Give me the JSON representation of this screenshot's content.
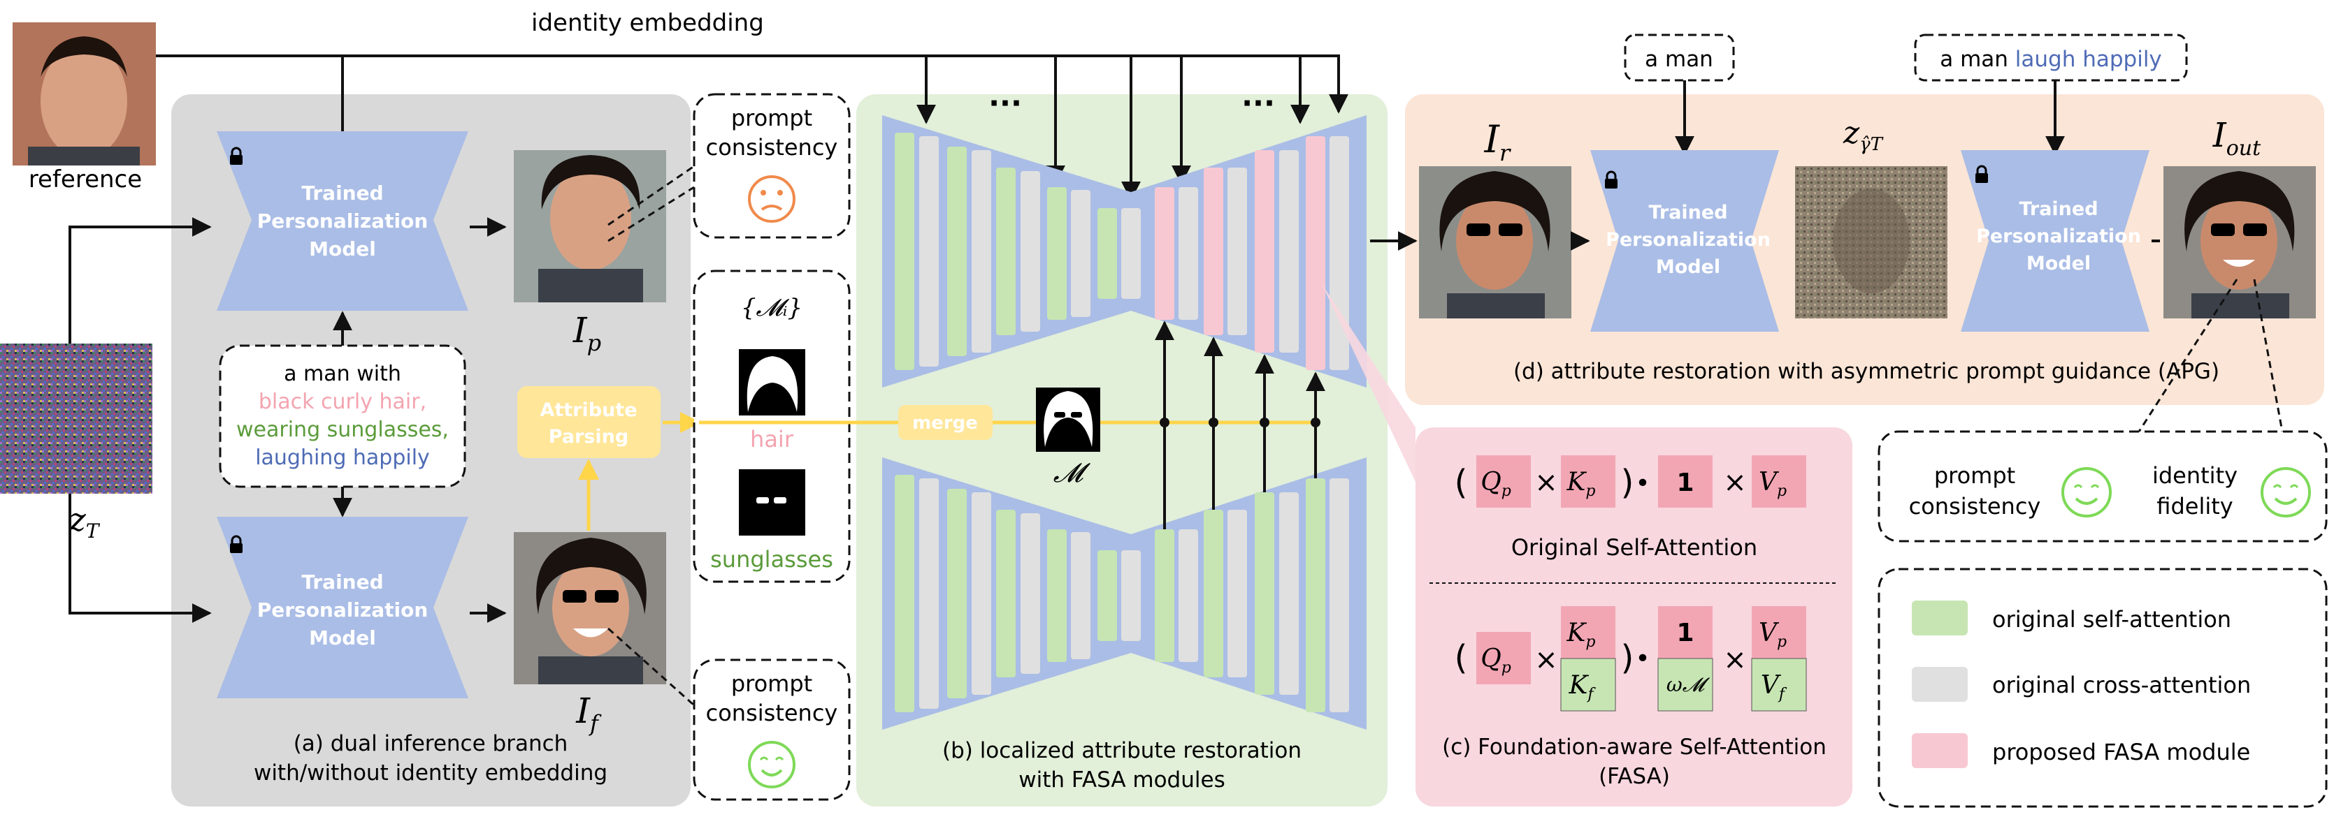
{
  "labels": {
    "identity_embedding": "identity embedding",
    "reference": "reference",
    "z_t": "z",
    "z_t_sub": "T",
    "trained_model_line1": "Trained",
    "trained_model_line2": "Personalization",
    "trained_model_line3": "Model",
    "prompt_line1": "a man with",
    "prompt_line2": "black curly hair,",
    "prompt_line3": "wearing sunglasses,",
    "prompt_line4": "laughing happily",
    "attribute_parsing_line1": "Attribute",
    "attribute_parsing_line2": "Parsing",
    "i_p": "I",
    "i_p_sub": "p",
    "i_f": "I",
    "i_f_sub": "f",
    "prompt_consistency_line1": "prompt",
    "prompt_consistency_line2": "consistency",
    "masks_set": "{𝓜ᵢ}",
    "mask_hair": "hair",
    "mask_sunglasses": "sunglasses",
    "merge": "merge",
    "mask_merged": "𝓜",
    "ellipsis": "···",
    "caption_a_line1": "(a) dual inference branch",
    "caption_a_line2": "with/without identity embedding",
    "caption_b_line1": "(b) localized attribute restoration",
    "caption_b_line2": "with FASA modules",
    "caption_c_line1": "(c) Foundation-aware Self-Attention",
    "caption_c_line2": "(FASA)",
    "caption_d": "(d) attribute restoration with asymmetric prompt guidance (APG)",
    "original_self_attention": "Original Self-Attention",
    "q_p": "Q",
    "k_p": "K",
    "v_p": "V",
    "k_f": "K",
    "v_f": "V",
    "one": "1",
    "omega_m": "ω𝓜",
    "sub_p": "p",
    "sub_f": "f",
    "times": "×",
    "dot": "•",
    "open_paren": "(",
    "close_paren": ")",
    "prompt_a_man": "a man",
    "prompt_apg_plain": "a man ",
    "prompt_apg_color": "laugh happily",
    "i_r": "I",
    "i_r_sub": "r",
    "z_gamma": "z",
    "z_gamma_sub": "γ̂T",
    "i_out": "I",
    "i_out_sub": "out",
    "identity_fidelity_line1": "identity",
    "identity_fidelity_line2": "fidelity",
    "legend_green": "original self-attention",
    "legend_gray": "original cross-attention",
    "legend_pink": "proposed FASA module"
  },
  "colors": {
    "panel_a": "#d9d9d9",
    "panel_b": "#e2efd9",
    "panel_c": "#f8d7df",
    "panel_d": "#fbe5d6",
    "unet_blue": "#aabde6",
    "model_blue": "#aabde6",
    "attr_yellow": "#ffe699",
    "green_block": "#c6e5b3",
    "gray_block": "#e0e0e0",
    "pink_block": "#f8c8d2",
    "hair_color": "#f4a4b0",
    "sunglasses_color": "#5b9b3a",
    "laugh_color": "#4e6bb5",
    "sad_face": "#f08a4b",
    "happy_face": "#7ed957",
    "fasa_box": "#f2a6b4"
  },
  "icons": [
    "lock-icon",
    "sad-face-icon",
    "happy-face-icon",
    "person-photo",
    "noise-image",
    "mask-image"
  ]
}
